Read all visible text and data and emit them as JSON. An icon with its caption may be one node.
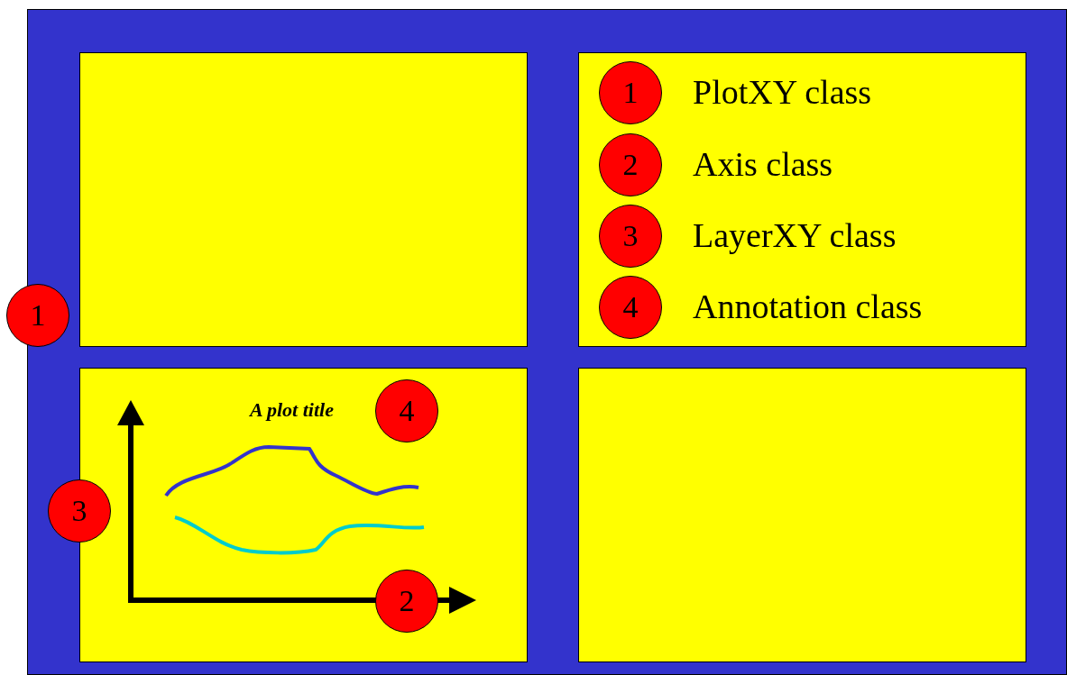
{
  "diagram": {
    "nodes": [
      {
        "text": [],
        "shape": "box"
      },
      {
        "text": [],
        "shape": "box",
        "in": 0
      },
      {
        "text": [],
        "shape": "box",
        "in": 0
      },
      {
        "text": [
          "1"
        ],
        "in": 2,
        "beside": [
          "PlotXY class"
        ]
      },
      {
        "text": [
          "2"
        ],
        "in": 2,
        "beside": [
          "Axis class"
        ]
      },
      {
        "text": [
          "3"
        ],
        "in": 2,
        "beside": [
          "LayerXY class"
        ]
      },
      {
        "text": [
          "4"
        ],
        "in": 2,
        "beside": [
          "Annotation class"
        ]
      },
      {
        "text": [
          "1"
        ]
      },
      {
        "text": [],
        "shape": "box",
        "in": 0
      },
      {
        "text": [
          "4"
        ],
        "in": 8
      },
      {
        "text": [
          "3"
        ],
        "in": 0
      },
      {
        "text": [
          "2"
        ],
        "in": 8
      },
      {
        "text": [],
        "shape": "box",
        "in": 0
      }
    ],
    "labels": [
      "A plot title"
    ]
  }
}
